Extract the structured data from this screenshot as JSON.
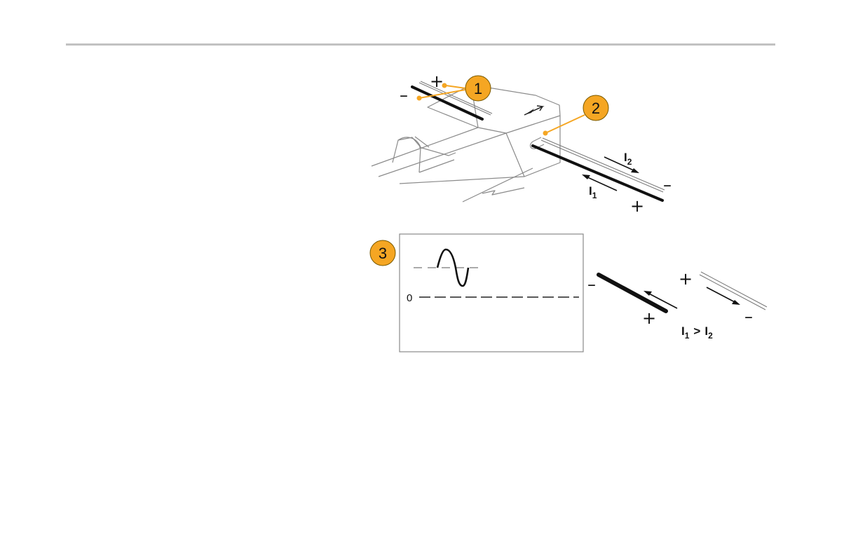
{
  "callouts": [
    {
      "number": "1",
      "color": "#F5A623"
    },
    {
      "number": "2",
      "color": "#F5A623"
    },
    {
      "number": "3",
      "color": "#F5A623"
    }
  ],
  "polarity": {
    "plus": "+",
    "minus": "–"
  },
  "currents": {
    "i1_letter": "I",
    "i1_sub": "1",
    "i2_letter": "I",
    "i2_sub": "2",
    "relation": ">"
  },
  "scope": {
    "zero_label": "0"
  },
  "colors": {
    "callout": "#F5A623",
    "rule": "#C2C2C2",
    "line": "#8a8a8a"
  }
}
